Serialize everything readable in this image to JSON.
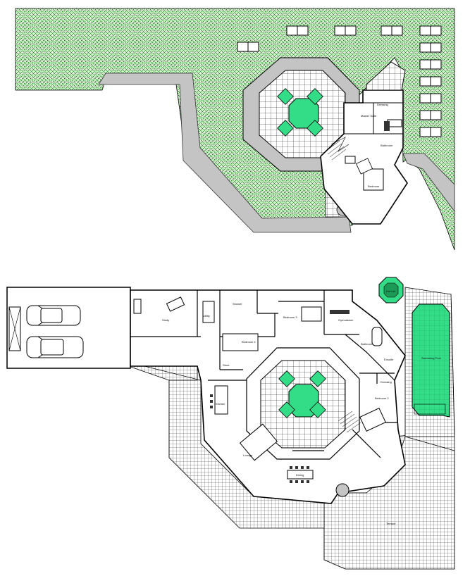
{
  "colors": {
    "grass": "#2f9a2f",
    "grass_bg": "#d9f0d4",
    "path_grey": "#c4c4c4",
    "courtyard_green": "#33dd88",
    "tile_bg": "#ffffff",
    "tile_line": "#000000"
  },
  "upper_plan": {
    "labels": {
      "dressing": "Dressing",
      "master_suite": "Master Suite",
      "bathroom": "Bathroom",
      "bedroom": "Bedroom"
    }
  },
  "lower_plan": {
    "labels": {
      "study": "Study",
      "utility": "Utility",
      "bedroom_4": "Bedroom 4",
      "bedroom_3": "Bedroom 3",
      "gymnasium": "Gymnasium",
      "bathroom": "Bathroom",
      "ensuite": "Ensuite",
      "dressing": "Dressing",
      "bedroom_2": "Bedroom 2",
      "kitchen": "Kitchen",
      "lounge": "Lounge",
      "dining": "Dining",
      "swimming_pool": "Swimming Pool",
      "hot_tub": "Hot tub",
      "terrace": "Terrace",
      "store": "Store",
      "shower": "Shower"
    }
  }
}
